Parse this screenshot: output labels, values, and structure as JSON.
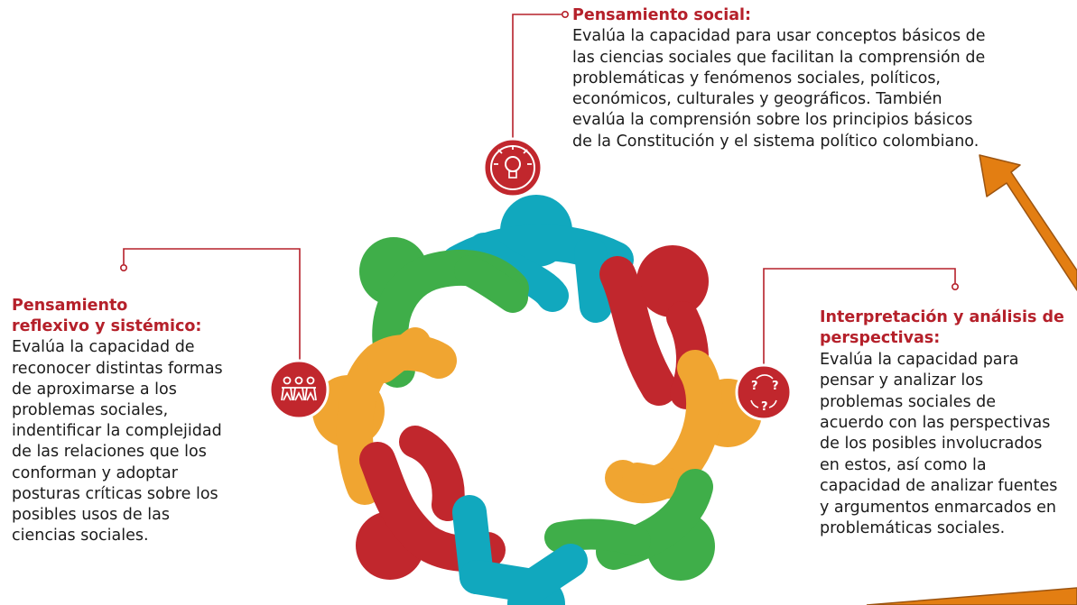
{
  "blocks": {
    "social": {
      "title": "Pensamiento social:",
      "body": "Evalúa la capacidad para usar conceptos básicos de\nlas ciencias sociales que facilitan la comprensión de\nproblemáticas y fenómenos sociales, políticos,\neconómicos, culturales y geográficos. También\nevalúa la comprensión sobre los principios básicos\nde la Constitución y el sistema político colombiano."
    },
    "reflexivo": {
      "title": "Pensamiento\nreflexivo y sistémico:",
      "body": "Evalúa la capacidad de\nreconocer distintas formas\nde aproximarse a los\nproblemas sociales,\nindentificar la complejidad\nde las relaciones que los\nconforman y adoptar\nposturas críticas sobre los\nposibles usos de las\nciencias sociales."
    },
    "perspectivas": {
      "title": "Interpretación y análisis de\nperspectivas:",
      "body": "Evalúa la capacidad para\npensar y analizar los\nproblemas sociales de\nacuerdo con las perspectivas\nde los posibles involucrados\nen estos, así como la\ncapacidad de analizar fuentes\ny argumentos enmarcados en\nproblemáticas sociales."
    }
  },
  "icons": {
    "social": "lightbulb-icon",
    "reflexivo": "people-group-icon",
    "perspectivas": "question-cycle-icon"
  },
  "colors": {
    "accent_red": "#b5202a",
    "figure_red": "#c1272d",
    "figure_green": "#3fae49",
    "figure_teal": "#11a8be",
    "figure_orange": "#f0a531",
    "arrow_orange": "#e37e12",
    "text": "#1b1b1b"
  }
}
